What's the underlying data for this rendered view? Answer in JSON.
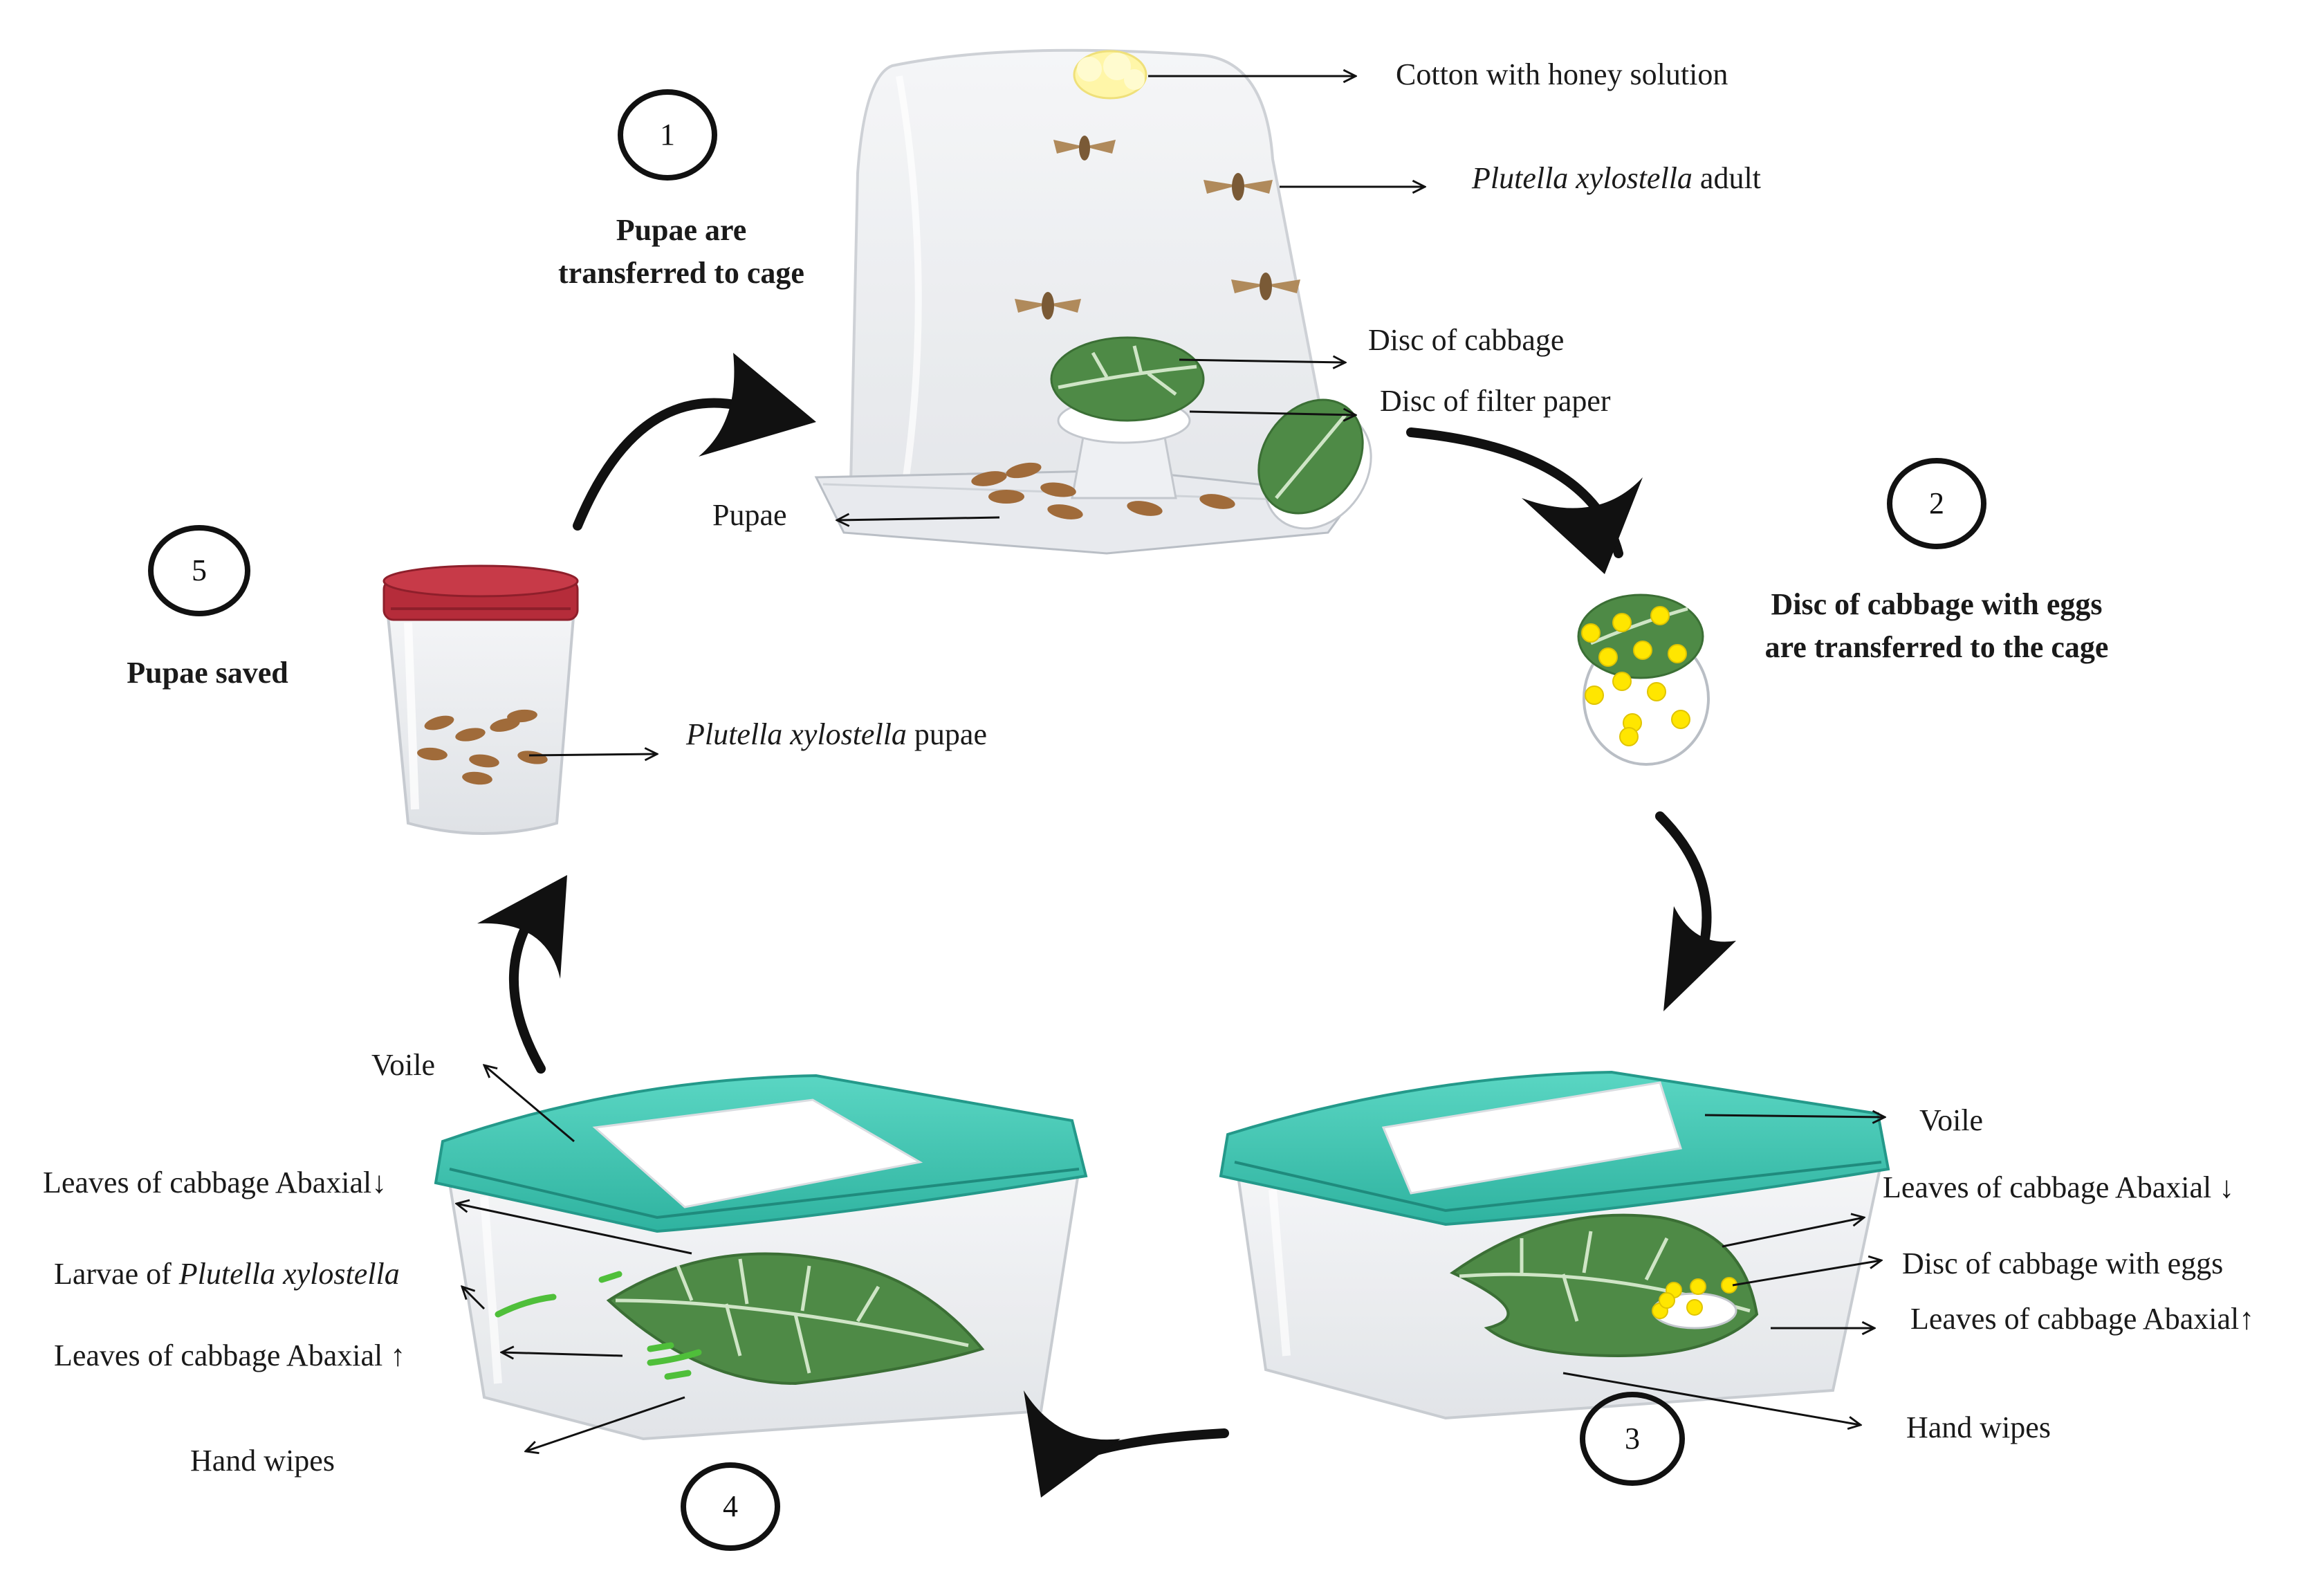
{
  "colors": {
    "lid_teal": "#3fc7b3",
    "cap_red": "#b52c3a",
    "leaf_green": "#4e8a46",
    "egg_yellow": "#ffe600",
    "pupa_brown": "#a06b3a",
    "cotton_yellow": "#fff6a8"
  },
  "steps": [
    {
      "number": "1",
      "caption": [
        "Pupae are",
        "transferred to cage"
      ]
    },
    {
      "number": "2",
      "caption": [
        "Disc of cabbage with eggs",
        "are transferred to the cage"
      ]
    },
    {
      "number": "3"
    },
    {
      "number": "4"
    },
    {
      "number": "5",
      "caption": [
        "Pupae saved"
      ]
    }
  ],
  "cage": {
    "cotton_label": "Cotton with honey solution",
    "adult_label_species": "Plutella xylostella",
    "adult_label_suffix": " adult",
    "disc_cabbage_label": "Disc of cabbage",
    "disc_filter_label": "Disc of filter paper",
    "pupae_label": "Pupae"
  },
  "jar": {
    "pupae_label_species": "Plutella xylostella",
    "pupae_label_suffix": " pupae"
  },
  "box3": {
    "voile_label": "Voile",
    "leaves_top_label": "Leaves of cabbage Abaxial ↓",
    "disc_eggs_label": "Disc of cabbage with eggs",
    "leaves_bottom_label": "Leaves of cabbage Abaxial↑",
    "hand_wipes_label": "Hand wipes"
  },
  "box4": {
    "voile_label": "Voile",
    "leaves_top_label": "Leaves of cabbage Abaxial↓",
    "larvae_label_prefix": "Larvae of ",
    "larvae_label_species": "Plutella xylostella",
    "leaves_bottom_label": "Leaves of cabbage Abaxial ↑",
    "hand_wipes_label": "Hand wipes"
  }
}
